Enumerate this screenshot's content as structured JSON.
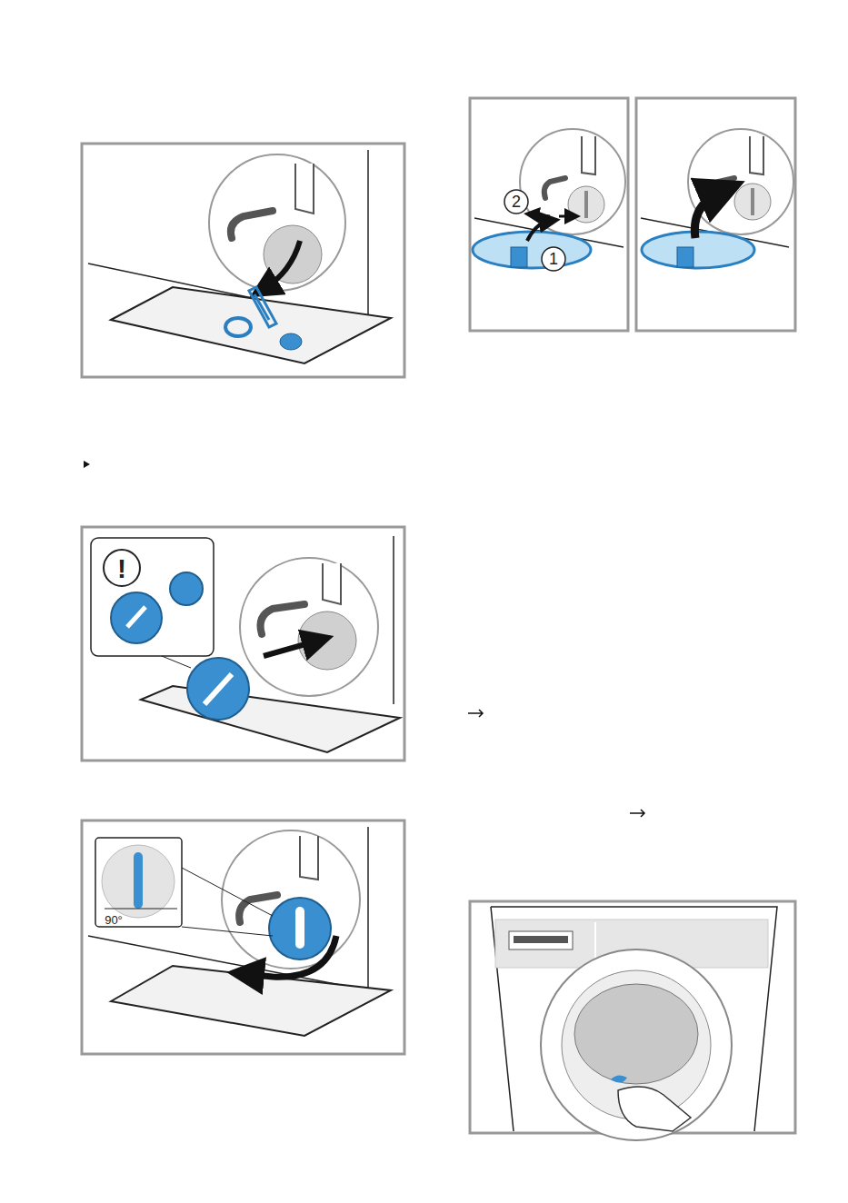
{
  "diagram": {
    "labels": [
      "!",
      "90°",
      "2",
      "1"
    ]
  }
}
